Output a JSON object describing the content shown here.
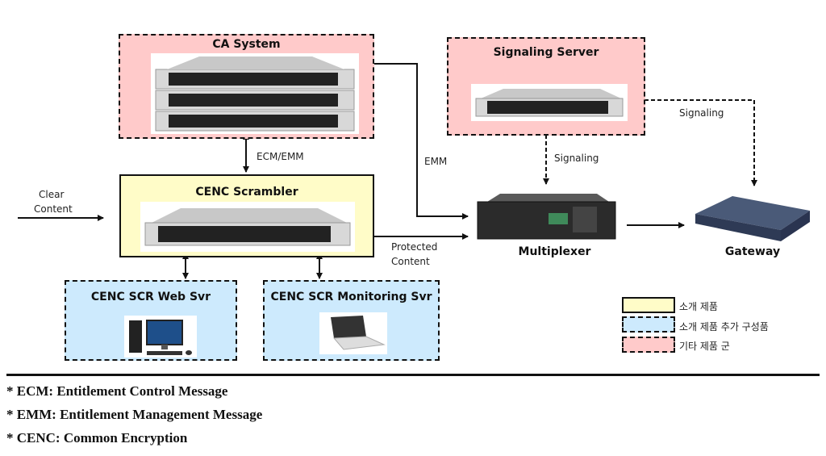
{
  "nodes": {
    "ca_system": {
      "title": "CA System",
      "icon": "rack-server-stack-icon"
    },
    "signaling_server": {
      "title": "Signaling Server",
      "icon": "rack-server-icon"
    },
    "cenc_scrambler": {
      "title": "CENC Scrambler",
      "icon": "rack-server-icon"
    },
    "web_svr": {
      "title": "CENC SCR Web Svr",
      "icon": "desktop-pc-icon"
    },
    "monitoring_svr": {
      "title": "CENC SCR Monitoring Svr",
      "icon": "laptop-icon"
    },
    "multiplexer": {
      "title": "Multiplexer",
      "icon": "multiplexer-device-icon"
    },
    "gateway": {
      "title": "Gateway",
      "icon": "gateway-device-icon"
    }
  },
  "edges": {
    "ecm_emm": "ECM/EMM",
    "emm": "EMM",
    "clear_content": [
      "Clear",
      "Content"
    ],
    "protected_content": [
      "Protected",
      "Content"
    ],
    "signaling_mux": "Signaling",
    "signaling_gw": "Signaling"
  },
  "legend": [
    {
      "label": "소개 제품",
      "style": "solid",
      "color": "#fffcc8"
    },
    {
      "label": "소개 제품 추가 구성품",
      "style": "dashed",
      "color": "#cdeafd"
    },
    {
      "label": "기타 제품 군",
      "style": "dashed",
      "color": "#ffcaca"
    }
  ],
  "notes": [
    "* ECM: Entitlement Control Message",
    "* EMM: Entitlement Management Message",
    "* CENC: Common Encryption"
  ]
}
